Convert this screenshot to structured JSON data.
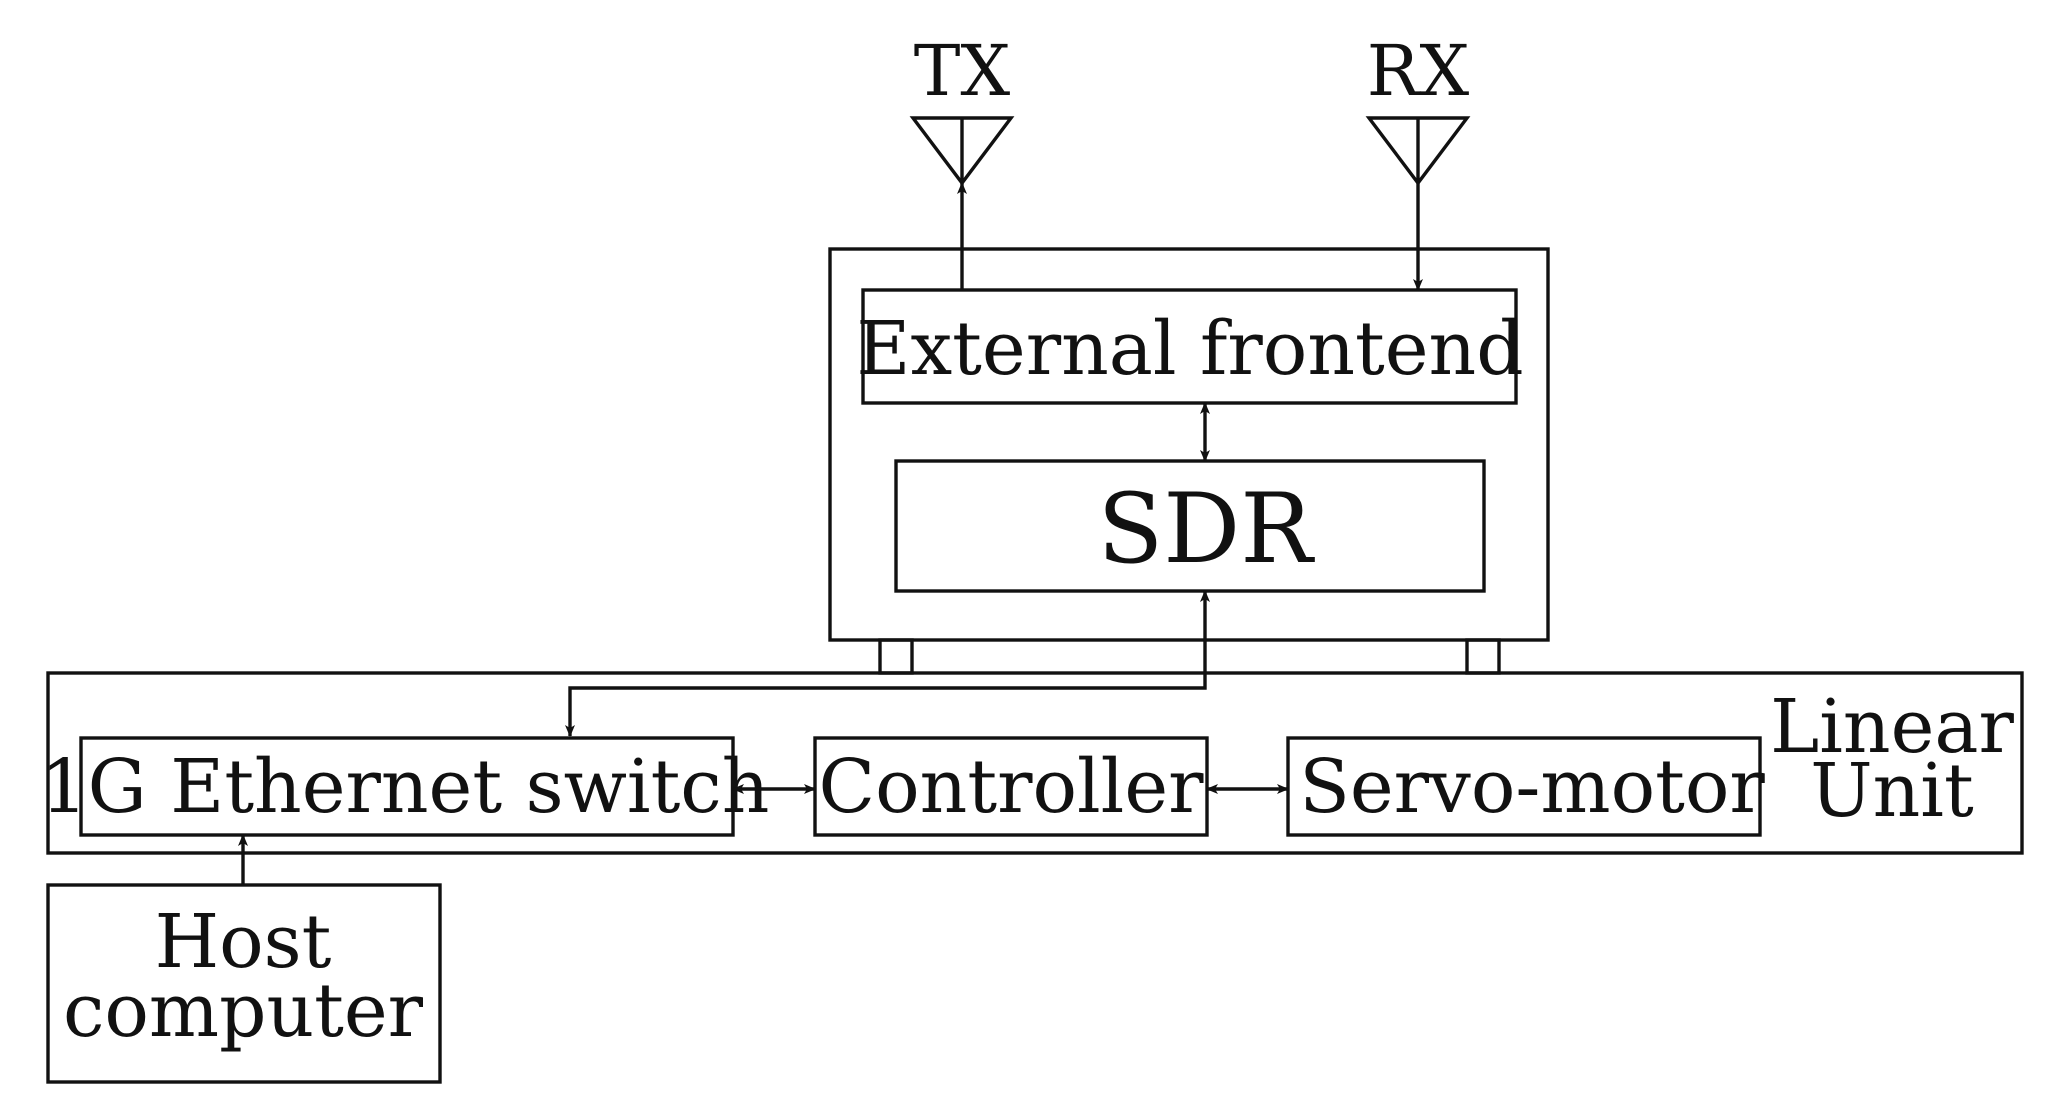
{
  "antennas": {
    "tx": "TX",
    "rx": "RX"
  },
  "blocks": {
    "external_frontend": "External frontend",
    "sdr": "SDR",
    "ethernet_switch": "1G Ethernet switch",
    "controller": "Controller",
    "servo_motor": "Servo-motor",
    "linear_unit_line1": "Linear",
    "linear_unit_line2": "Unit",
    "host_line1": "Host",
    "host_line2": "computer"
  },
  "colors": {
    "stroke": "#111111",
    "background": "#ffffff"
  }
}
